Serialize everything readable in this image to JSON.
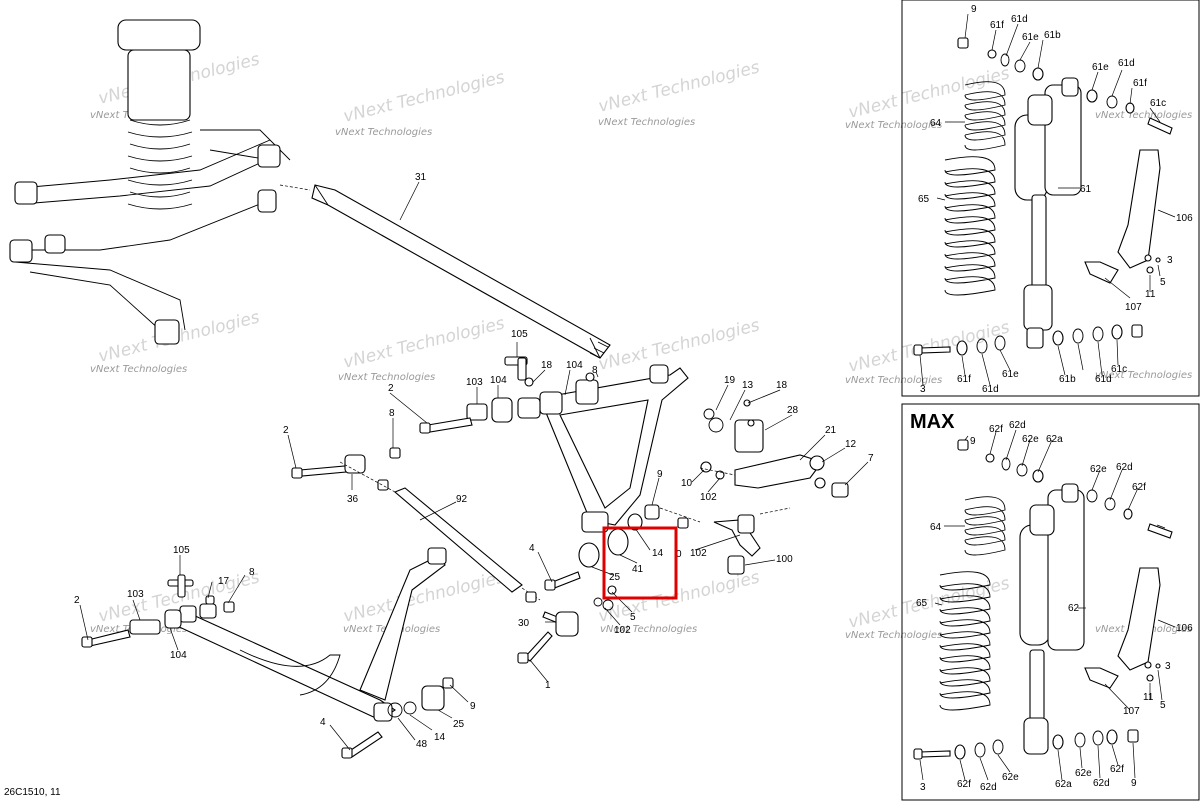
{
  "diagram_ref": "26C1510, 11",
  "panel_max_title": "MAX",
  "watermark_small": "vNext Technologies",
  "watermark_large": "vNext Technologies",
  "highlight_color": "#e00000",
  "callouts": {
    "main": [
      "31",
      "105",
      "18",
      "104",
      "8",
      "2",
      "103",
      "104",
      "19",
      "13",
      "18",
      "28",
      "2",
      "8",
      "36",
      "92",
      "21",
      "12",
      "7",
      "9",
      "10",
      "102",
      "4",
      "14",
      "41",
      "25",
      "0",
      "102",
      "100",
      "5",
      "102",
      "30",
      "1",
      "105",
      "17",
      "8",
      "2",
      "103",
      "104",
      "9",
      "25",
      "4",
      "14",
      "48"
    ],
    "right_top": [
      "9",
      "61f",
      "61d",
      "61e",
      "61b",
      "61e",
      "61d",
      "61f",
      "61c",
      "64",
      "61",
      "65",
      "106",
      "3",
      "5",
      "11",
      "107",
      "3",
      "61f",
      "61d",
      "61e",
      "61b",
      "61d",
      "61c"
    ],
    "right_bottom": [
      "9",
      "62f",
      "62d",
      "62e",
      "62a",
      "62e",
      "62d",
      "62f",
      "64",
      "62",
      "65",
      "106",
      "3",
      "5",
      "11",
      "107",
      "3",
      "62f",
      "62d",
      "62e",
      "62a",
      "62e",
      "62d",
      "62f",
      "9"
    ]
  }
}
